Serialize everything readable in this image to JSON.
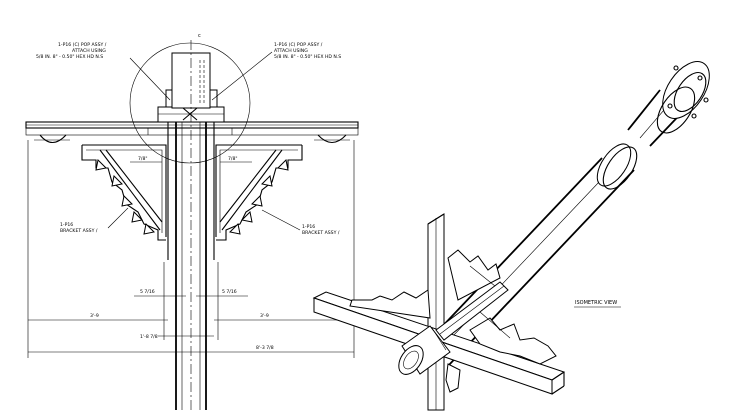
{
  "front_view": {
    "center_mark": "c",
    "callout_left": [
      "1-P16 (C) POP ASSY /",
      "ATTACH USING",
      "5/8 IN. 8\" - 0.50\" HEX HD N.S"
    ],
    "callout_right": [
      "1-P16 (C) POP ASSY /",
      "ATTACH USING",
      "5/8 IN. 8\" - 0.50\" HEX HD N.S"
    ],
    "bracket_left": [
      "1-P16",
      "BRACKET ASSY /"
    ],
    "bracket_right": [
      "1-P16",
      "BRACKET ASSY /"
    ],
    "dims": {
      "gusset_left": "7/8\"",
      "gusset_right": "7/8\"",
      "inner_left": "5 7/16",
      "inner_right": "5 7/16",
      "span_left": "3'-9",
      "span_right": "3'-9",
      "center": "1'-8 7/8",
      "overall": "8'-3 7/8"
    }
  },
  "iso_view": {
    "label": "ISOMETRIC VIEW"
  }
}
